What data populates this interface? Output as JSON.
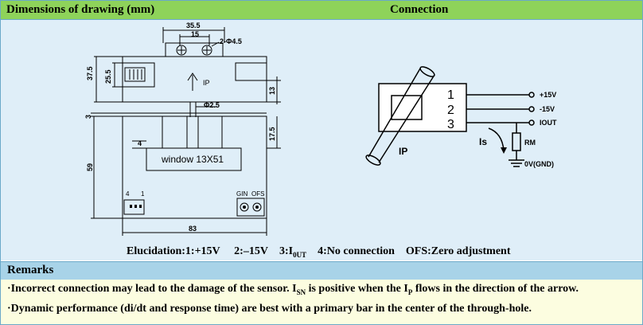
{
  "header": {
    "left_title": "Dimensions of drawing (mm)",
    "right_title": "Connection"
  },
  "drawing": {
    "dim_top_outer": "35.5",
    "dim_top_inner": "15",
    "dim_holes": "2-Φ4.5",
    "dim_height_total": "37.5",
    "dim_height_inner": "25.5",
    "dim_right_small": "13",
    "arrow_label": "IP",
    "dim_slot": "Φ2.5",
    "dim_side_small": "3",
    "dim_window_offset": "17.5",
    "dim_left_small": "4",
    "window_label": "window 13X51",
    "dim_height_lower": "59",
    "pin_left_4": "4",
    "pin_left_1": "1",
    "pin_gin": "GIN",
    "pin_ofs": "OFS",
    "dim_width": "83"
  },
  "connection": {
    "pin1": "1",
    "pin2": "2",
    "pin3": "3",
    "out_plus15": "+15V",
    "out_minus15": "-15V",
    "out_iout": "IOUT",
    "label_is": "Is",
    "label_ip": "IP",
    "label_rm": "RM",
    "label_gnd": "0V(GND)"
  },
  "elucidation": {
    "p1": "Elucidation:1:+15V",
    "p2": "2:–15V",
    "p3a": "3:I",
    "p3b": "0UT",
    "p4": "4:No connection",
    "p5": "OFS:Zero adjustment"
  },
  "remarks": {
    "title": "Remarks",
    "line1_a": "·Incorrect connection may lead to the damage of the sensor. I",
    "line1_sub1": "SN",
    "line1_b": " is positive when the I",
    "line1_sub2": "P",
    "line1_c": " flows in the direction of the arrow.",
    "line2": "·Dynamic performance (di/dt and response time) are best with a primary bar in the center of the through-hole."
  }
}
